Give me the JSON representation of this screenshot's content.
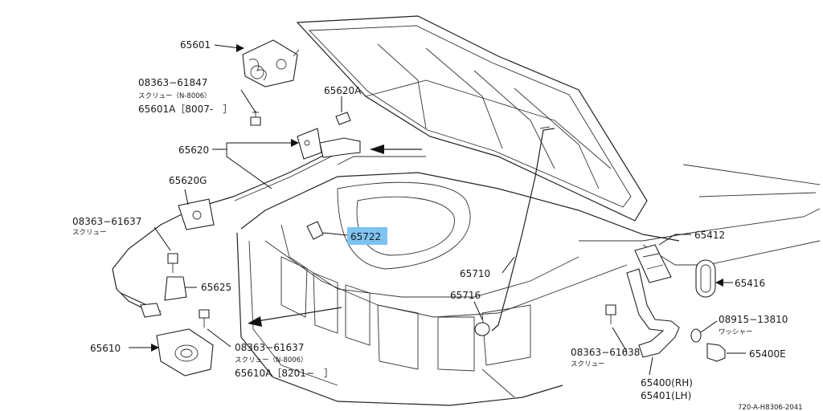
{
  "labels": {
    "p65601": "65601",
    "p08363_61847": "08363−61847",
    "p08363_61847_jp": "スクリュー（N-8006）",
    "p65601A": "65601A［8007-　］",
    "p65620A": "65620A",
    "p65620": "65620",
    "p65620G": "65620G",
    "p08363_61637": "08363−61637",
    "p08363_61637_jp": "スクリュー",
    "p65722": "65722",
    "p65625": "65625",
    "p65610": "65610",
    "p08363_61637b": "08363−61637",
    "p08363_61637b_jp": "スクリュー（N-8006）",
    "p65610A": "65610A［8201−　］",
    "p65710": "65710",
    "p65716": "65716",
    "p65412": "65412",
    "p65416": "65416",
    "p08915_13810": "08915−13810",
    "p08915_13810_jp": "ワッシャー",
    "p65400E": "65400E",
    "p08363_61638": "08363−61638",
    "p08363_61638_jp": "スクリュー",
    "p65400": "65400(RH)",
    "p65401": "65401(LH)",
    "ref": "720-A-H8306-2041"
  },
  "highlight_color": "#7ec3f2"
}
